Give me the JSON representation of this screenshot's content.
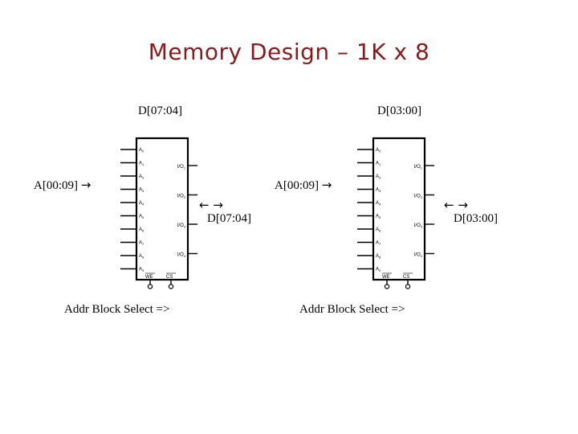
{
  "title": "Memory Design – 1K x 8",
  "chips": [
    {
      "data_label": "D[07:04]",
      "addr_label": "A[00:09]",
      "right_arrows": "← →",
      "right_data_label": "D[07:04]",
      "block_select_label": "Addr Block Select =>"
    },
    {
      "data_label": "D[03:00]",
      "addr_label": "A[00:09]",
      "right_arrows": "← →",
      "right_data_label": "D[03:00]",
      "block_select_label": "Addr Block Select =>"
    }
  ],
  "chip_pins": {
    "address": [
      "A0",
      "A1",
      "A2",
      "A3",
      "A4",
      "A5",
      "A6",
      "A7",
      "A8",
      "A9"
    ],
    "io": [
      "I/O1",
      "I/O2",
      "I/O3",
      "I/O4"
    ],
    "control": [
      "WE",
      "CS"
    ]
  },
  "addr_arrow": "→"
}
